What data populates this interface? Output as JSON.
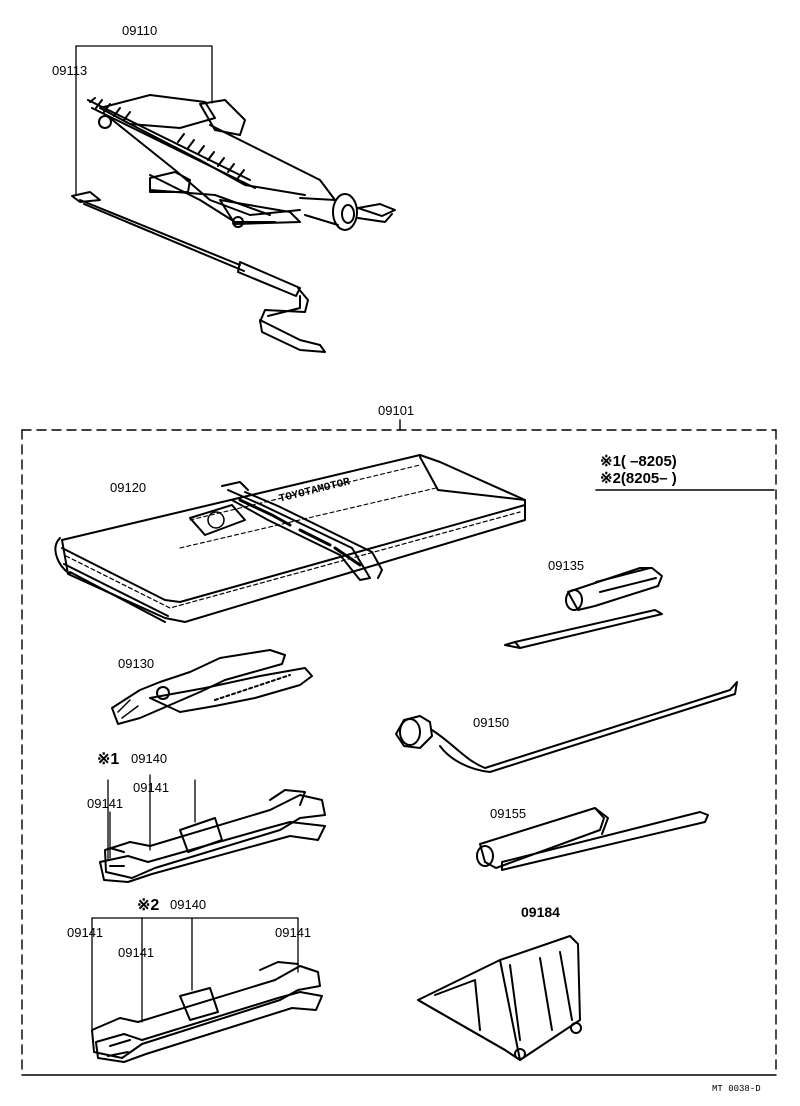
{
  "labels": {
    "jack_assy": "09110",
    "jack_handle": "09113",
    "tool_kit": "09101",
    "tool_bag": "09120",
    "screwdriver": "09135",
    "pliers": "09130",
    "wrench_set_1": "09140",
    "wrench_set_1_left": "09141",
    "wrench_set_1_center": "09141",
    "lug_wrench": "09150",
    "plug_wrench": "09155",
    "wrench_set_2": "09140",
    "wrench_set_2_left": "09141",
    "wrench_set_2_center": "09141",
    "wrench_set_2_right": "09141",
    "wheel_chock": "09184"
  },
  "marks": {
    "set1": "※1",
    "set2": "※2"
  },
  "notes": {
    "line1": "※1(        –8205)",
    "line2": "※2(8205–        )"
  },
  "bag_text": {
    "brand": "TOYOTAMOTOR"
  },
  "footer": {
    "code": "MT 0038-D"
  }
}
